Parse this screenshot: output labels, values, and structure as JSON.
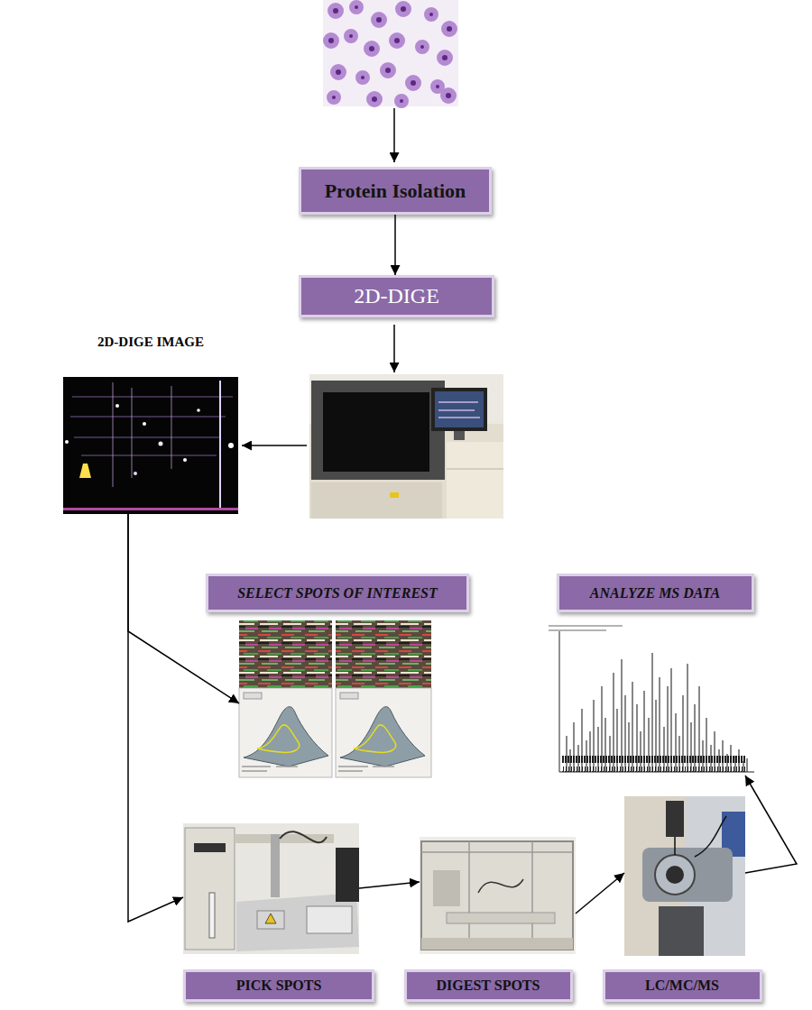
{
  "diagram": {
    "nodes": [
      {
        "text": [
          "Protein Isolation"
        ]
      },
      {
        "text": [
          "2D-DIGE"
        ]
      },
      {
        "text": [
          "2D-DIGE IMAGE"
        ]
      },
      {
        "text": [
          "SELECT SPOTS OF INTEREST"
        ]
      },
      {
        "text": [
          "ANALYZE MS DATA"
        ]
      },
      {
        "text": [
          "PICK SPOTS"
        ]
      },
      {
        "text": [
          "DIGEST SPOTS"
        ]
      },
      {
        "text": [
          "LC/MC/MS"
        ]
      }
    ],
    "edges": [
      {
        "from": 0,
        "to": 1,
        "arrow": "to"
      },
      {
        "from": 2,
        "to": 3,
        "arrow": "to"
      },
      {
        "from": 2,
        "to": 5,
        "arrow": "to"
      },
      {
        "from": 5,
        "to": 6,
        "arrow": "to"
      },
      {
        "from": 6,
        "to": 7,
        "arrow": "to"
      },
      {
        "from": 7,
        "to": 4,
        "arrow": "to"
      }
    ]
  }
}
